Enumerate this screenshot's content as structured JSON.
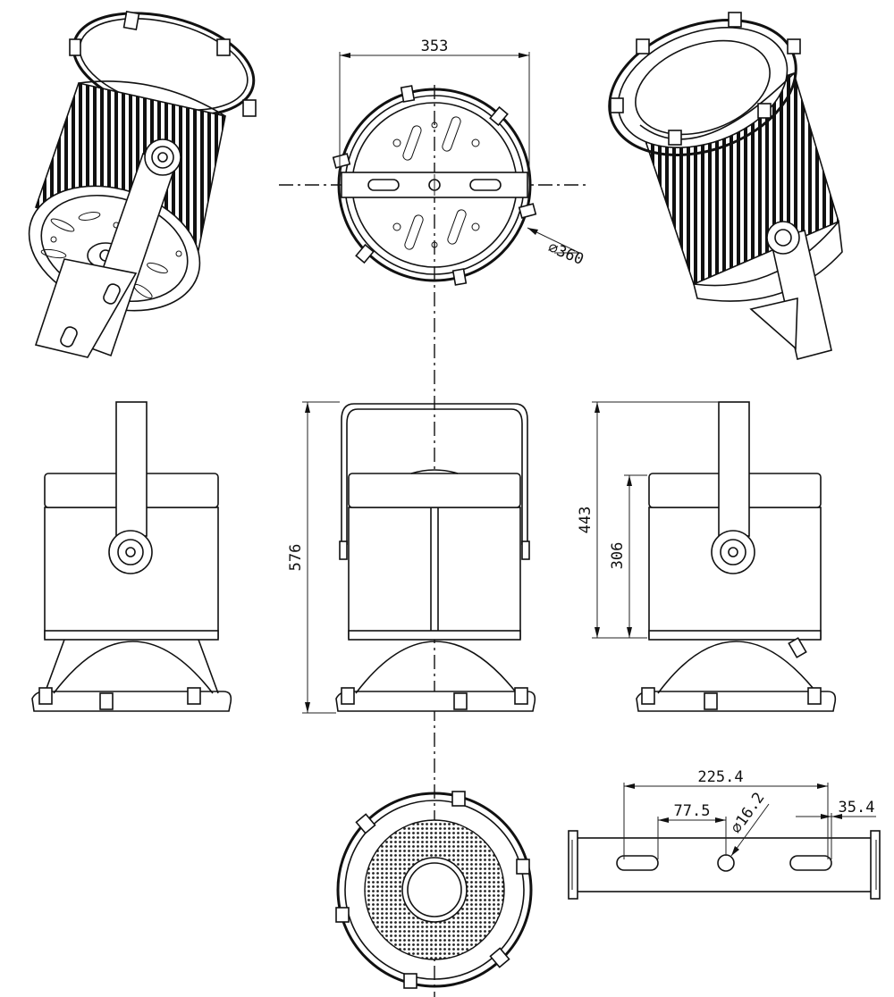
{
  "dimensions": {
    "width_top": "353",
    "diameter": "∅360",
    "height_total": "576",
    "height_with_bracket": "443",
    "height_body": "306",
    "bracket_span": "225.4",
    "bracket_offset": "77.5",
    "bracket_hole": "∅16.2",
    "bracket_slot": "35.4"
  }
}
